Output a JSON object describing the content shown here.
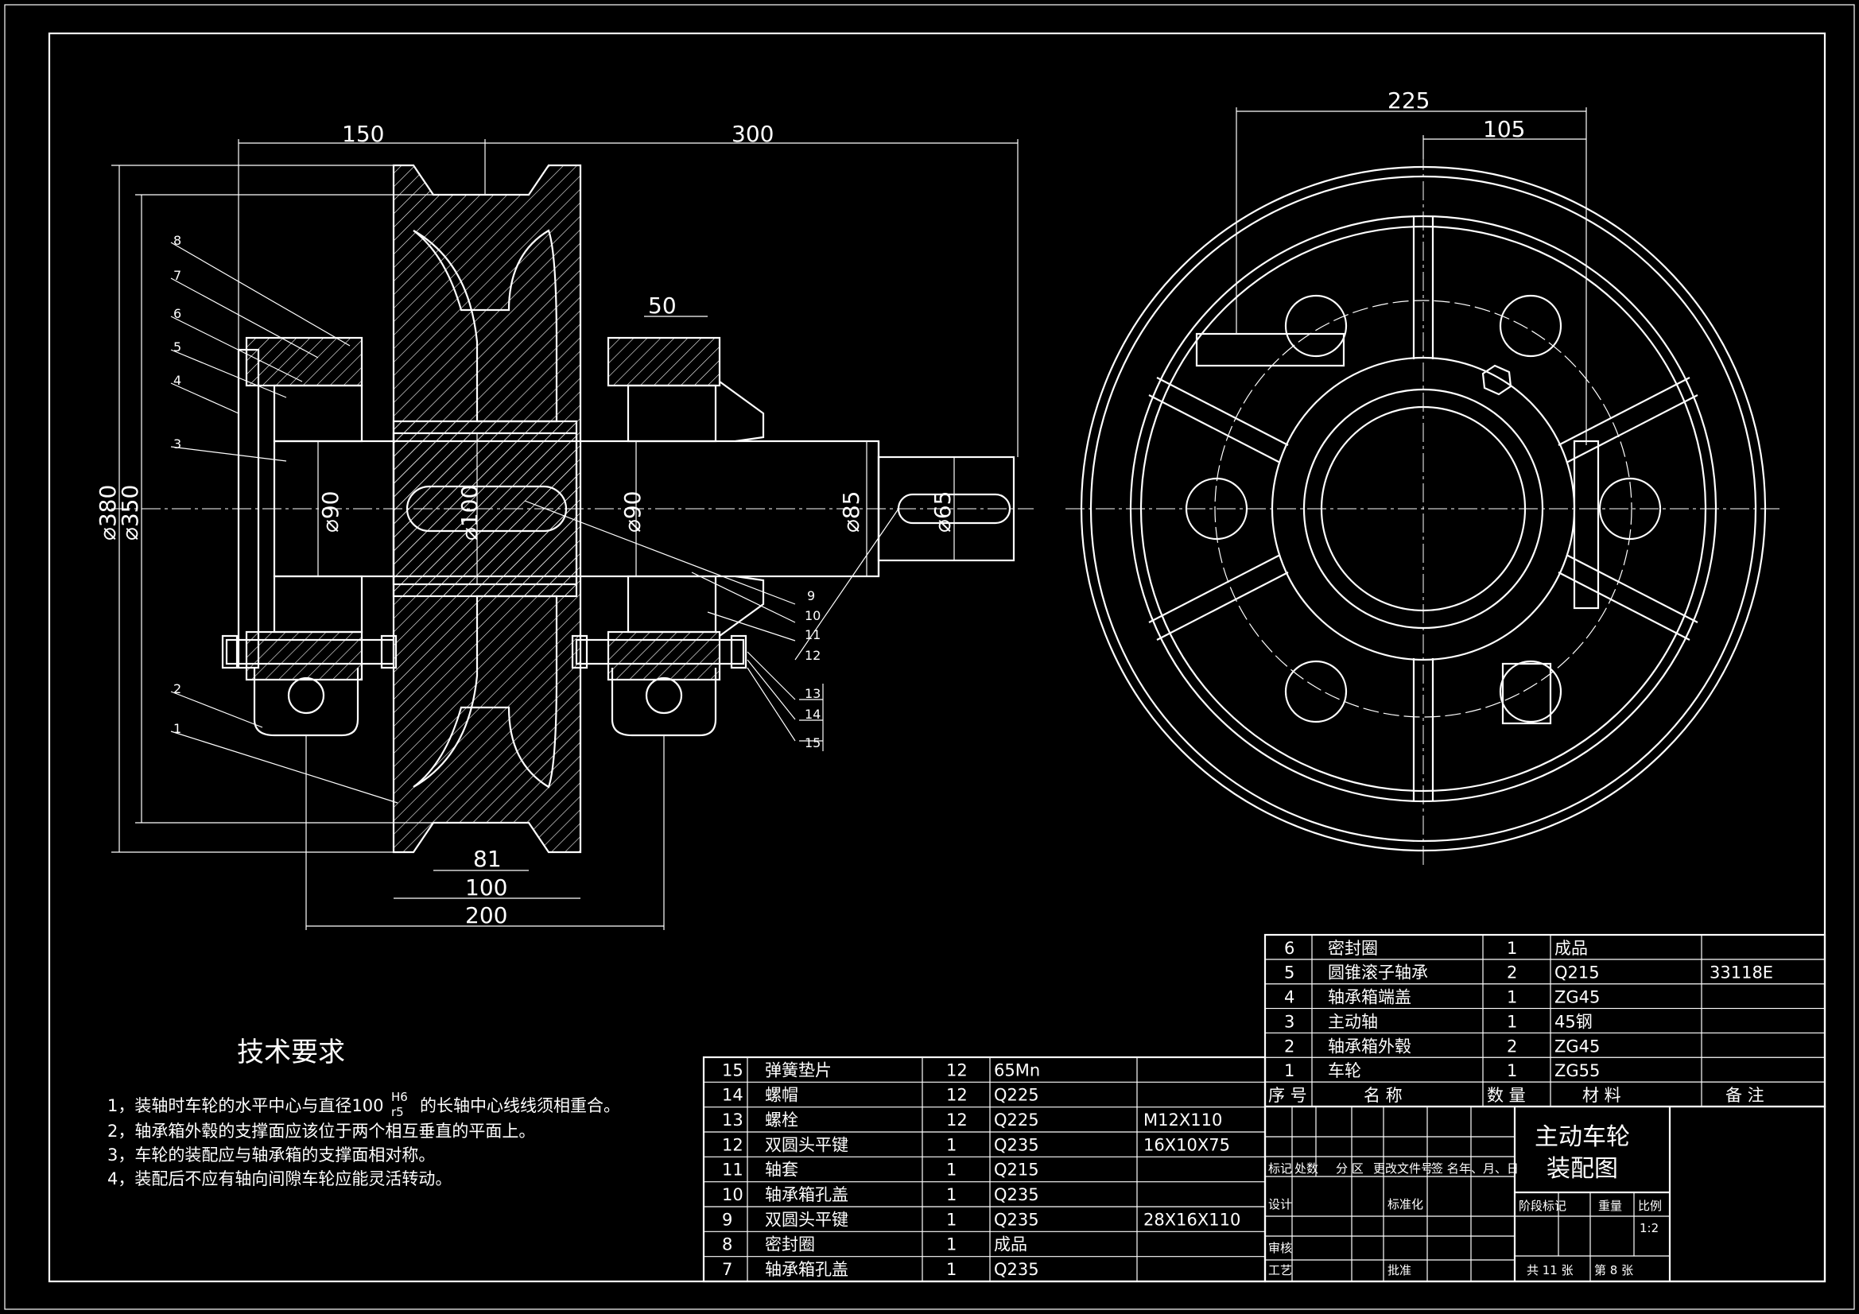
{
  "dimensions": {
    "d150": "150",
    "d300": "300",
    "d50": "50",
    "d81": "81",
    "d100": "100",
    "d200": "200",
    "dia380": "⌀380",
    "dia350": "⌀350",
    "dia90a": "⌀90",
    "dia100": "⌀100",
    "dia90b": "⌀90",
    "dia85": "⌀85",
    "dia65": "⌀65",
    "d225": "225",
    "d105": "105"
  },
  "balloons": [
    "1",
    "2",
    "3",
    "4",
    "5",
    "6",
    "7",
    "8",
    "9",
    "10",
    "11",
    "12",
    "13",
    "14",
    "15"
  ],
  "requirements": {
    "heading": "技术要求",
    "items": [
      "1，装轴时车轮的水平中心与直径100",
      "2，轴承箱外毂的支撑面应该位于两个相互垂直的平面上。",
      "3，车轮的装配应与轴承箱的支撑面相对称。",
      "4，装配后不应有轴向间隙车轮应能灵活转动。"
    ],
    "item1_tail": "的长轴中心线线须相重合。",
    "fit_top": "H6",
    "fit_bottom": "r5"
  },
  "bom_upper": {
    "rows": [
      {
        "no": "6",
        "name": "密封圈",
        "qty": "1",
        "material": "成品",
        "note": ""
      },
      {
        "no": "5",
        "name": "圆锥滚子轴承",
        "qty": "2",
        "material": "Q215",
        "note": "33118E"
      },
      {
        "no": "4",
        "name": "轴承箱端盖",
        "qty": "1",
        "material": "ZG45",
        "note": ""
      },
      {
        "no": "3",
        "name": "主动轴",
        "qty": "1",
        "material": "45钢",
        "note": ""
      },
      {
        "no": "2",
        "name": "轴承箱外毂",
        "qty": "2",
        "material": "ZG45",
        "note": ""
      },
      {
        "no": "1",
        "name": "车轮",
        "qty": "1",
        "material": "ZG55",
        "note": ""
      }
    ],
    "header": {
      "no": "序 号",
      "name": "名     称",
      "qty": "数 量",
      "material": "材     料",
      "note": "备   注"
    }
  },
  "bom_lower": {
    "rows": [
      {
        "no": "15",
        "name": "弹簧垫片",
        "qty": "12",
        "material": "65Mn",
        "note": ""
      },
      {
        "no": "14",
        "name": "螺帽",
        "qty": "12",
        "material": "Q225",
        "note": ""
      },
      {
        "no": "13",
        "name": "螺栓",
        "qty": "12",
        "material": "Q225",
        "note": "M12X110"
      },
      {
        "no": "12",
        "name": "双圆头平键",
        "qty": "1",
        "material": "Q235",
        "note": "16X10X75"
      },
      {
        "no": "11",
        "name": "轴套",
        "qty": "1",
        "material": "Q215",
        "note": ""
      },
      {
        "no": "10",
        "name": "轴承箱孔盖",
        "qty": "1",
        "material": "Q235",
        "note": ""
      },
      {
        "no": "9",
        "name": "双圆头平键",
        "qty": "1",
        "material": "Q235",
        "note": "28X16X110"
      },
      {
        "no": "8",
        "name": "密封圈",
        "qty": "1",
        "material": "成品",
        "note": ""
      },
      {
        "no": "7",
        "name": "轴承箱孔盖",
        "qty": "1",
        "material": "Q235",
        "note": ""
      }
    ]
  },
  "title_block": {
    "title_line1": "主动车轮",
    "title_line2": "装配图",
    "mark_row": [
      "标记",
      "处数",
      "分 区",
      "更改文件号",
      "签 名",
      "年、月、日"
    ],
    "design": "设计",
    "standard": "标准化",
    "review": "审核",
    "process": "工艺",
    "approve": "批准",
    "stage": "阶段标记",
    "weight": "重量",
    "scale_label": "比例",
    "scale": "1:2",
    "sheets": "共 11 张",
    "sheet_no": "第 8 张"
  }
}
